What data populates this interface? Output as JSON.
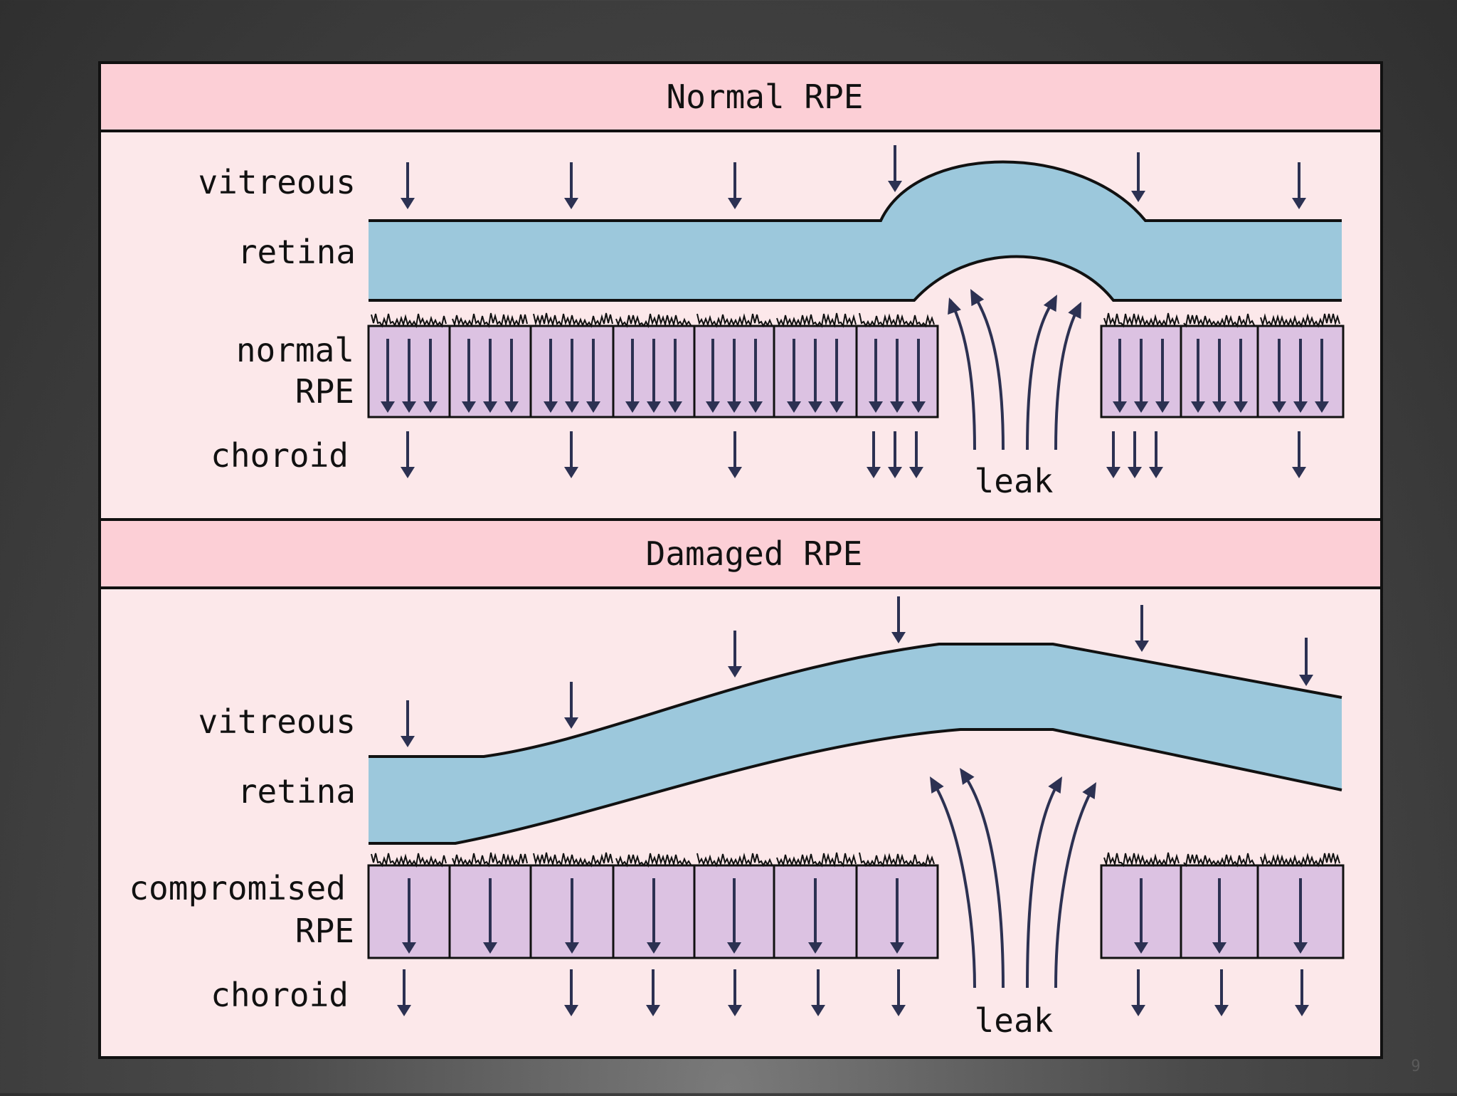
{
  "slide_number": "9",
  "colors": {
    "panel_bg": "#fce8ea",
    "header_bg": "#fccfd6",
    "retina": "#9cc8dc",
    "rpe_cell": "#dcc2e2",
    "arrow": "#2c3152",
    "outline": "#111111"
  },
  "panels": [
    {
      "title": "Normal RPE",
      "labels": {
        "vitreous": "vitreous",
        "retina": "retina",
        "rpe_line1": "normal",
        "rpe_line2": "RPE",
        "choroid": "choroid",
        "leak": "leak"
      }
    },
    {
      "title": "Damaged RPE",
      "labels": {
        "vitreous": "vitreous",
        "retina": "retina",
        "rpe_line1": "compromised",
        "rpe_line2": "RPE",
        "choroid": "choroid",
        "leak": "leak"
      }
    }
  ]
}
